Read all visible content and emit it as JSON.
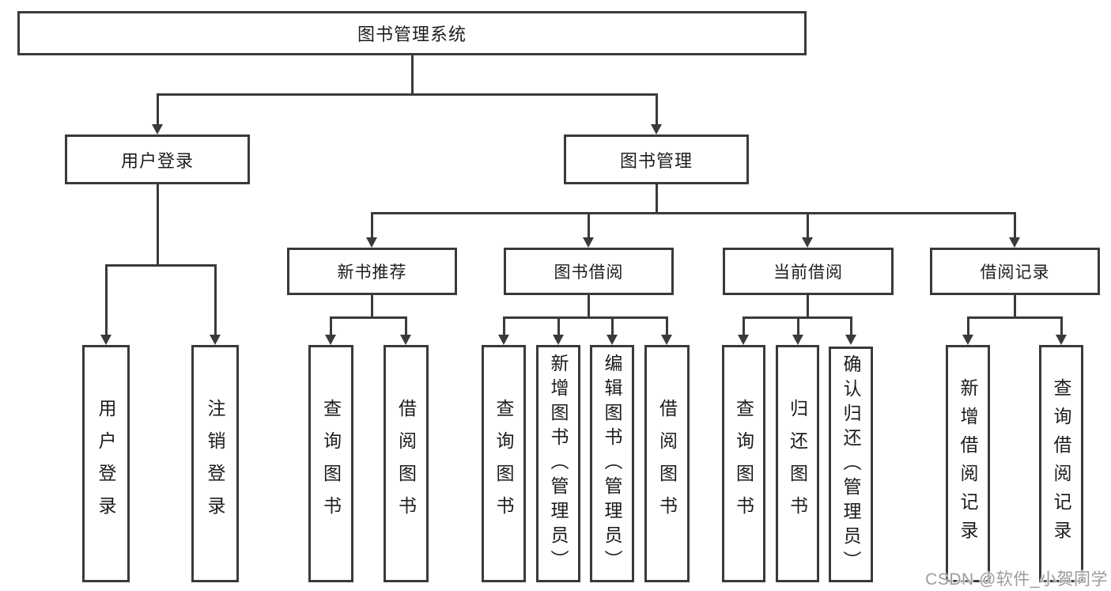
{
  "tree": {
    "root": {
      "label": "图书管理系统"
    },
    "level2": [
      {
        "label": "用户登录"
      },
      {
        "label": "图书管理"
      }
    ],
    "level3": [
      {
        "label": "新书推荐"
      },
      {
        "label": "图书借阅"
      },
      {
        "label": "当前借阅"
      },
      {
        "label": "借阅记录"
      }
    ],
    "leaves": [
      {
        "label": "用户登录"
      },
      {
        "label": "注销登录"
      },
      {
        "label": "查询图书"
      },
      {
        "label": "借阅图书"
      },
      {
        "label": "查询图书"
      },
      {
        "label": "新增图书（管理员）"
      },
      {
        "label": "编辑图书（管理员）"
      },
      {
        "label": "借阅图书"
      },
      {
        "label": "查询图书"
      },
      {
        "label": "归还图书"
      },
      {
        "label": "确认归还（管理员）"
      },
      {
        "label": "新增借阅记录"
      },
      {
        "label": "查询借阅记录"
      }
    ]
  },
  "watermark": {
    "text": "CSDN @软件_小贺同学"
  },
  "colors": {
    "line": "#3a3a3a",
    "text": "#1c1c1c",
    "box_background": "#ffffff",
    "watermark": "#9b9b9b",
    "background": "#ffffff"
  }
}
